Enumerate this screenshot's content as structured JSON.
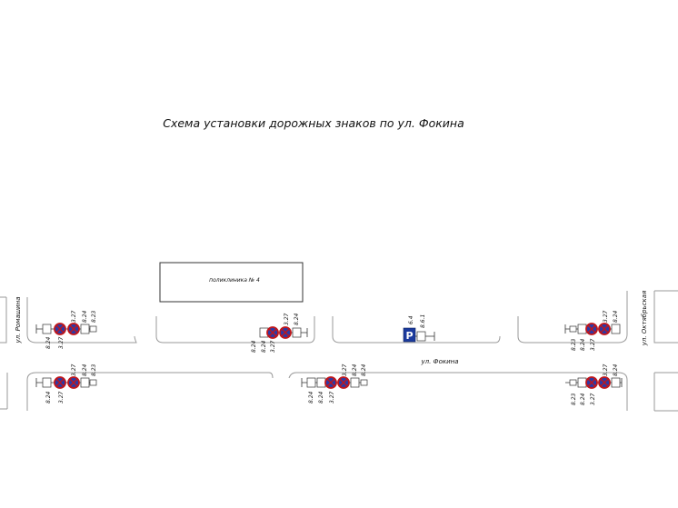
{
  "title": "Схема установки дорожных знаков по ул. Фокина",
  "building": {
    "label": "поликлиника № 4"
  },
  "streets": {
    "main": "ул. Фокина",
    "left": "ул. Ромашина",
    "right": "ул. Октябрьская"
  },
  "sign_codes": {
    "no_stopping": "3.27",
    "distance": "8.24",
    "direction": "8.23",
    "parking": "6.4",
    "parking_letter": "P",
    "parking_plate": "8.6.1"
  },
  "colors": {
    "sign_ring": "#c0161b",
    "sign_fill": "#2a3aa8",
    "parking_fill": "#1b3a9e",
    "road_line": "#9a9a9a",
    "text": "#111111"
  },
  "icons": {
    "no_stopping": "no-stopping-sign-icon",
    "parking": "parking-sign-icon",
    "tow_truck_plate": "tow-truck-plate-icon",
    "arrow_plate": "arrow-plate-icon"
  }
}
